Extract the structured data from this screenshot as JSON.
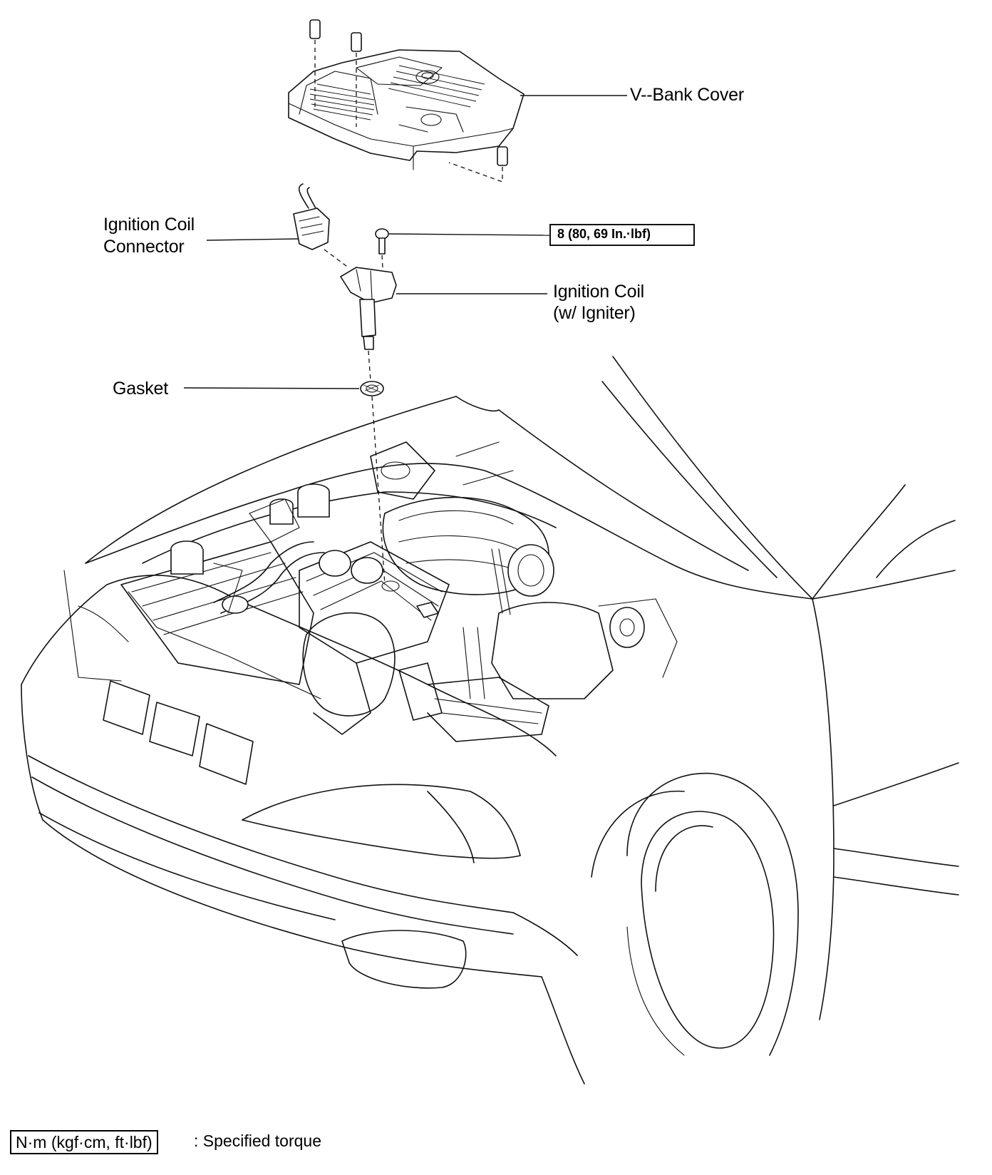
{
  "labels": {
    "vbank_cover": "V--Bank Cover",
    "ignition_coil_connector": [
      "Ignition Coil",
      "Connector"
    ],
    "ignition_coil": [
      "Ignition Coil",
      "(w/ Igniter)"
    ],
    "gasket": "Gasket"
  },
  "torque": {
    "bolt_spec": "8 (80, 69 In.·lbf)"
  },
  "legend": {
    "unit_box": "N·m (kgf·cm, ft·lbf)",
    "unit_desc": ": Specified torque"
  }
}
